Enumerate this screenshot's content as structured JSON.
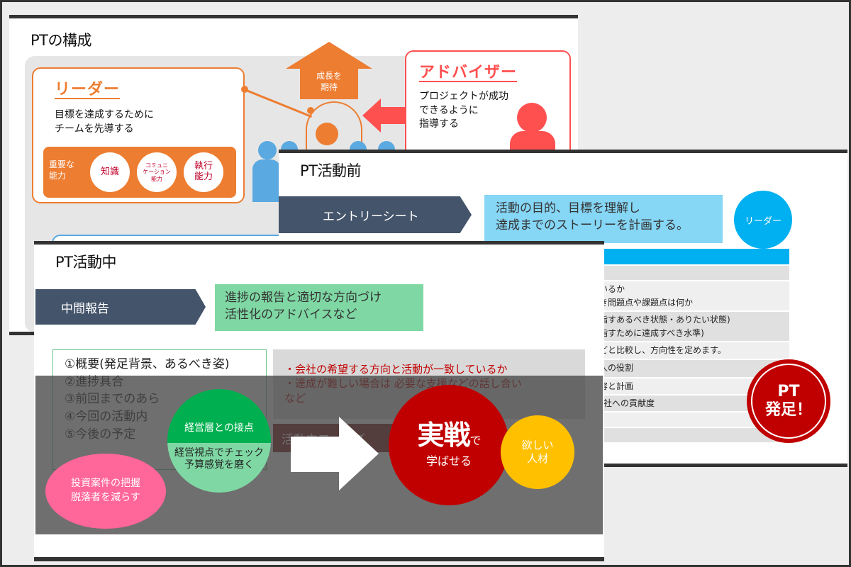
{
  "slides": {
    "structure": {
      "title": "PTの構成",
      "leader": {
        "title": "リーダー",
        "desc_line1": "目標を達成するために",
        "desc_line2": "チームを先導する",
        "abilities_label_line1": "重要な",
        "abilities_label_line2": "能力",
        "abilities": [
          "知識",
          "コミュニ\nケーション\n能力",
          "執行\n能力"
        ]
      },
      "growth_arrow": {
        "line1": "成長を",
        "line2": "期待"
      },
      "advisor": {
        "title": "アドバイザー",
        "desc_line1": "プロジェクトが成功",
        "desc_line2": "できるように",
        "desc_line3": "指導する"
      },
      "colors": {
        "leader": "#ed7d31",
        "advisor": "#ff5050",
        "member": "#5aa9e0"
      }
    },
    "before": {
      "title": "PT活動前",
      "step_label": "エントリーシート",
      "note_line1": "活動の目的、目標を理解し",
      "note_line2": "達成までのストーリーを計画する。",
      "role_badge": "リーダー",
      "table_rows": [
        {
          "text": "",
          "style": "alt"
        },
        {
          "text": "ているか\nべき問題点や課題点は何か",
          "style": "light"
        },
        {
          "text": "目指すあるべき状態・ありたい状態)\n目指すために達成すべき水準)",
          "style": "alt"
        },
        {
          "text": "などと比較し、方向性を定めます。",
          "style": "light"
        },
        {
          "text": "の人の役割",
          "style": "alt"
        },
        {
          "text": "内容と計画",
          "style": "light"
        },
        {
          "text": "会社への貢献度",
          "style": "alt"
        },
        {
          "text": "",
          "style": "light"
        },
        {
          "text": "",
          "style": "alt"
        }
      ],
      "stamp_line1": "PT",
      "stamp_line2": "発足！",
      "colors": {
        "step": "#44546a",
        "note": "#86d6f6",
        "badge": "#00b0f0",
        "stamp": "#c00000"
      }
    },
    "during": {
      "title": "PT活動中",
      "step_label": "中間報告",
      "note_line1": "進捗の報告と適切な方向づけ",
      "note_line2": "活性化のアドバイスなど",
      "agenda": [
        "①概要(発足背景、あるべき姿)",
        "②進捗具合",
        "③前回までのあら",
        "④今回の活動内",
        "⑤今後の予定"
      ],
      "check_line1": "・会社の希望する方向と活動が一致しているか",
      "check_line2": "・達成が難しい場合は 必要な支援などの話し合い",
      "check_line3": "など",
      "phase_bar": "活動中フェーズ",
      "overlay": {
        "green_top": "経営層との接点",
        "green_bottom_line1": "経営視点でチェック",
        "green_bottom_line2": "予算感覚を磨く",
        "pink_line1": "投資案件の把握",
        "pink_line2": "脱落者を減らす",
        "red_big": "実戦",
        "red_small": "で",
        "red_sub": "学ばせる",
        "yellow_line1": "欲しい",
        "yellow_line2": "人材"
      },
      "colors": {
        "step": "#44546a",
        "note": "#7fd8a4",
        "green": "#00b050",
        "pink": "#ff6699",
        "red": "#c00000",
        "yellow": "#ffc000"
      }
    }
  }
}
